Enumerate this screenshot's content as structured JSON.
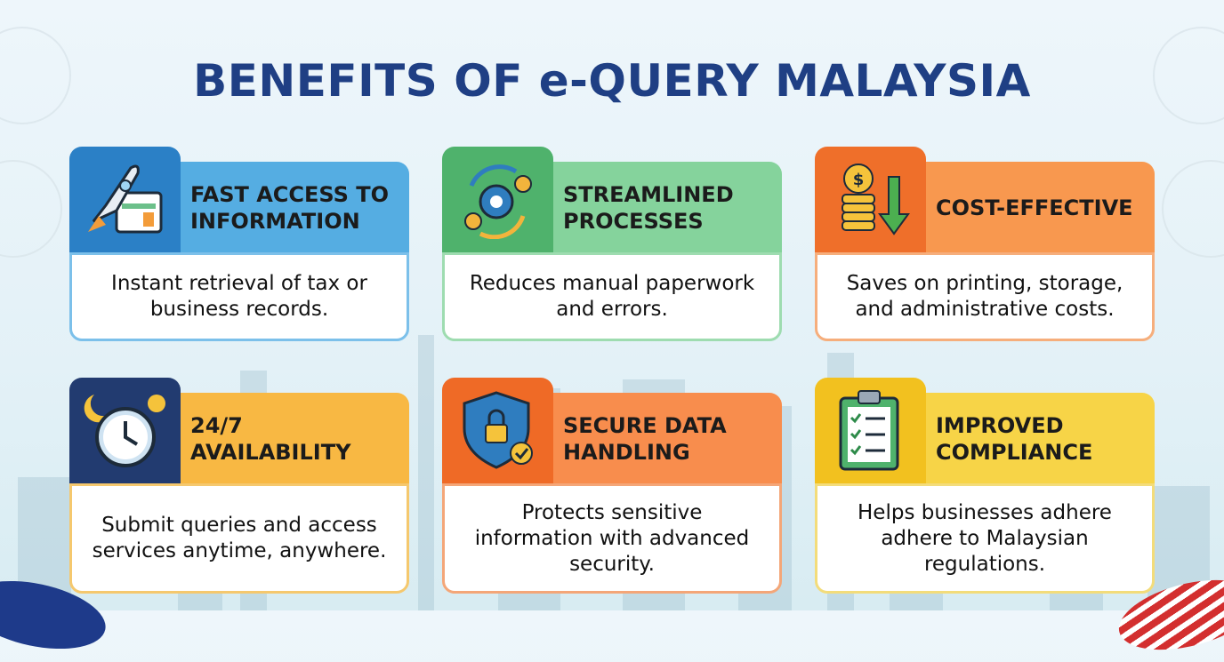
{
  "title": "BENEFITS OF e-QUERY MALAYSIA",
  "cards": [
    {
      "title": "FAST ACCESS TO INFORMATION",
      "text": "Instant retrieval of tax or business records.",
      "icon": "rocket-browser-icon",
      "colors": {
        "header": "#55ade2",
        "tab": "#2b80c6",
        "border": "#7cc0ea"
      }
    },
    {
      "title": "STREAMLINED PROCESSES",
      "text": "Reduces manual paperwork and errors.",
      "icon": "gears-cycle-icon",
      "colors": {
        "header": "#85d39c",
        "tab": "#4fb26c",
        "border": "#9edcb0"
      }
    },
    {
      "title": "COST-EFFECTIVE",
      "text": "Saves on printing, storage, and administrative costs.",
      "icon": "coins-down-arrow-icon",
      "colors": {
        "header": "#f8984f",
        "tab": "#ef6f2a",
        "border": "#f6ae7c"
      }
    },
    {
      "title": "24/7 AVAILABILITY",
      "text": "Submit queries and access services anytime, anywhere.",
      "icon": "clock-day-night-icon",
      "colors": {
        "header": "#f8b843",
        "tab": "#223b70",
        "border": "#f5c86e"
      }
    },
    {
      "title": "SECURE DATA HANDLING",
      "text": "Protects sensitive information with advanced security.",
      "icon": "shield-lock-icon",
      "colors": {
        "header": "#f88d4d",
        "tab": "#ef6a26",
        "border": "#f4a678"
      }
    },
    {
      "title": "IMPROVED COMPLIANCE",
      "text": "Helps businesses adhere adhere to Malaysian regulations.",
      "icon": "clipboard-checklist-icon",
      "colors": {
        "header": "#f7d447",
        "tab": "#f2c11f",
        "border": "#f3dc7a"
      }
    }
  ]
}
